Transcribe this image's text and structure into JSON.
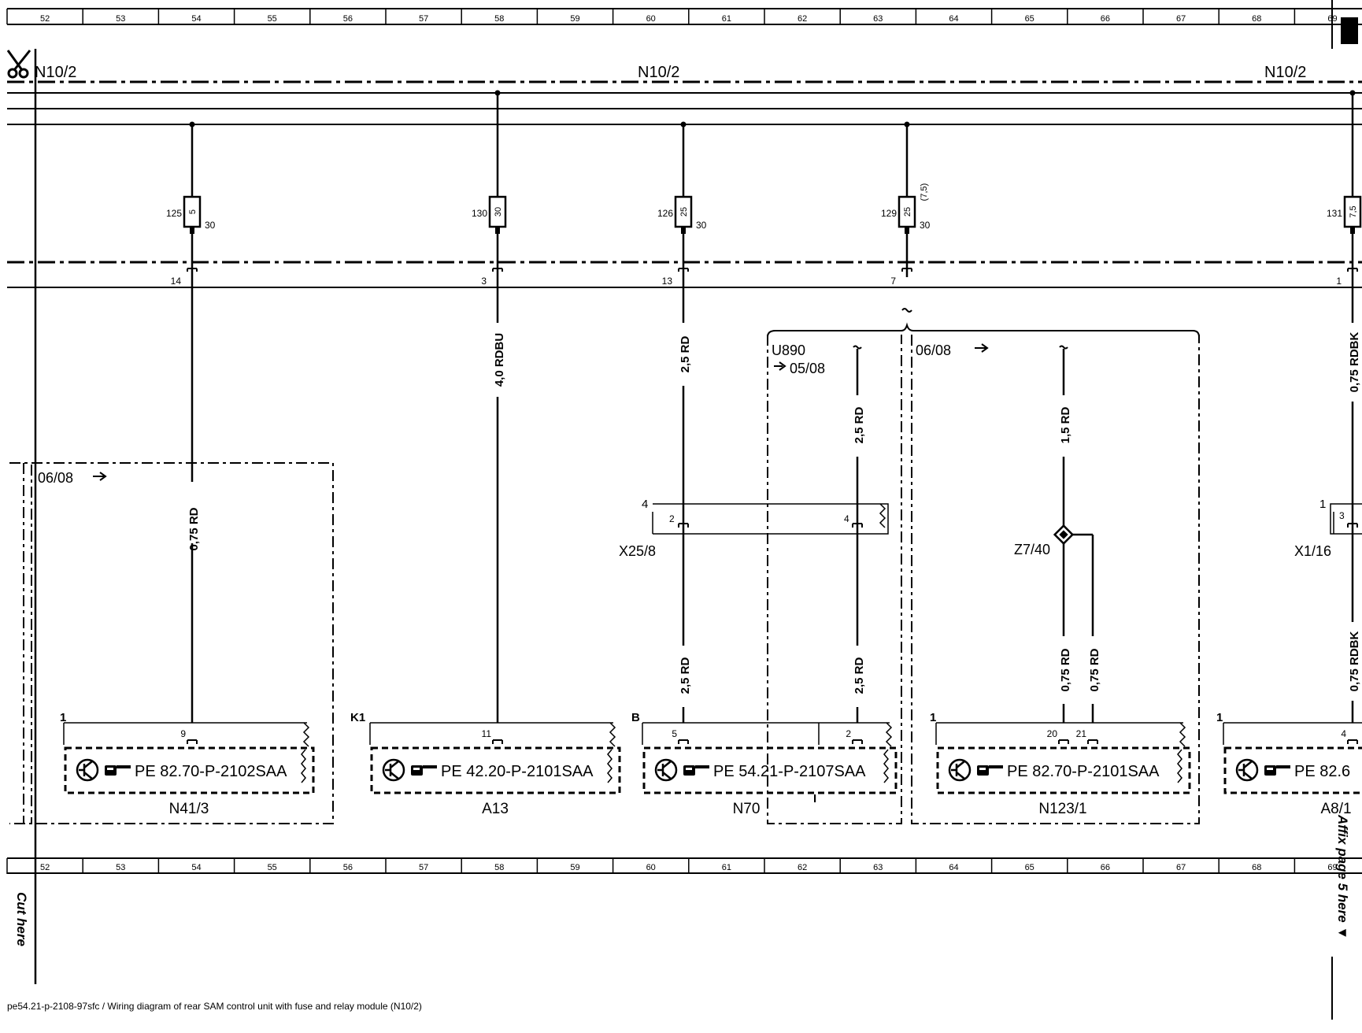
{
  "grid": {
    "columns": [
      "52",
      "53",
      "54",
      "55",
      "56",
      "57",
      "58",
      "59",
      "60",
      "61",
      "62",
      "63",
      "64",
      "65",
      "66",
      "67",
      "68",
      "69"
    ]
  },
  "module": {
    "name_left": "N10/2",
    "name_center": "N10/2",
    "name_right": "N10/2"
  },
  "fuses": [
    {
      "number": "125",
      "rating": "5",
      "terminal": "30",
      "note": "",
      "pin": "14"
    },
    {
      "number": "130",
      "rating": "30",
      "terminal": "",
      "note": "",
      "pin": "3"
    },
    {
      "number": "126",
      "rating": "25",
      "terminal": "30",
      "note": "",
      "pin": "13"
    },
    {
      "number": "129",
      "rating": "25",
      "terminal": "30",
      "note": "(7,5)",
      "pin": "7"
    },
    {
      "number": "131",
      "rating": "7,5",
      "terminal": "",
      "note": "",
      "pin": "1"
    }
  ],
  "wires": {
    "n41_upper": "0,75 RD",
    "a13": "4,0 RDBU",
    "n70_upper": "2,5 RD",
    "n70_lower": "2,5 RD",
    "u890_upper": "2,5 RD",
    "u890_lower": "2,5 RD",
    "n123_upper": "1,5 RD",
    "n123_lower_a": "0,75 RD",
    "n123_lower_b": "0,75 RD",
    "a8_upper": "0,75 RDBK",
    "a8_lower": "0,75 RDBK"
  },
  "code_boxes": {
    "left_date": "06/08",
    "u890_label": "U890",
    "u890_date": "05/08",
    "n123_date": "06/08"
  },
  "connectors": {
    "x25_8": {
      "name": "X25/8",
      "side_number": "4",
      "pin_a": "2",
      "pin_b": "4"
    },
    "z7_40": {
      "name": "Z7/40"
    },
    "x1_16": {
      "name": "X1/16",
      "side_number": "1",
      "pin": "3"
    }
  },
  "components": [
    {
      "name": "N41/3",
      "connector": "1",
      "pins": [
        "9"
      ],
      "ref": "PE 82.70-P-2102SAA"
    },
    {
      "name": "A13",
      "connector": "K1",
      "pins": [
        "11"
      ],
      "ref": "PE 42.20-P-2101SAA"
    },
    {
      "name": "N70",
      "connector": "B",
      "connector2": "I",
      "pins": [
        "5",
        "2"
      ],
      "ref": "PE 54.21-P-2107SAA"
    },
    {
      "name": "N123/1",
      "connector": "1",
      "pins": [
        "20",
        "21"
      ],
      "ref": "PE 82.70-P-2101SAA"
    },
    {
      "name": "A8/1",
      "connector": "1",
      "pins": [
        "4"
      ],
      "ref": "PE 82.6"
    }
  ],
  "side_text": {
    "cut_here": "Cut here",
    "affix": "Affix page 5 here ▼"
  },
  "footer": "pe54.21-p-2108-97sfc / Wiring diagram of rear SAM control unit with fuse and relay module (N10/2)"
}
